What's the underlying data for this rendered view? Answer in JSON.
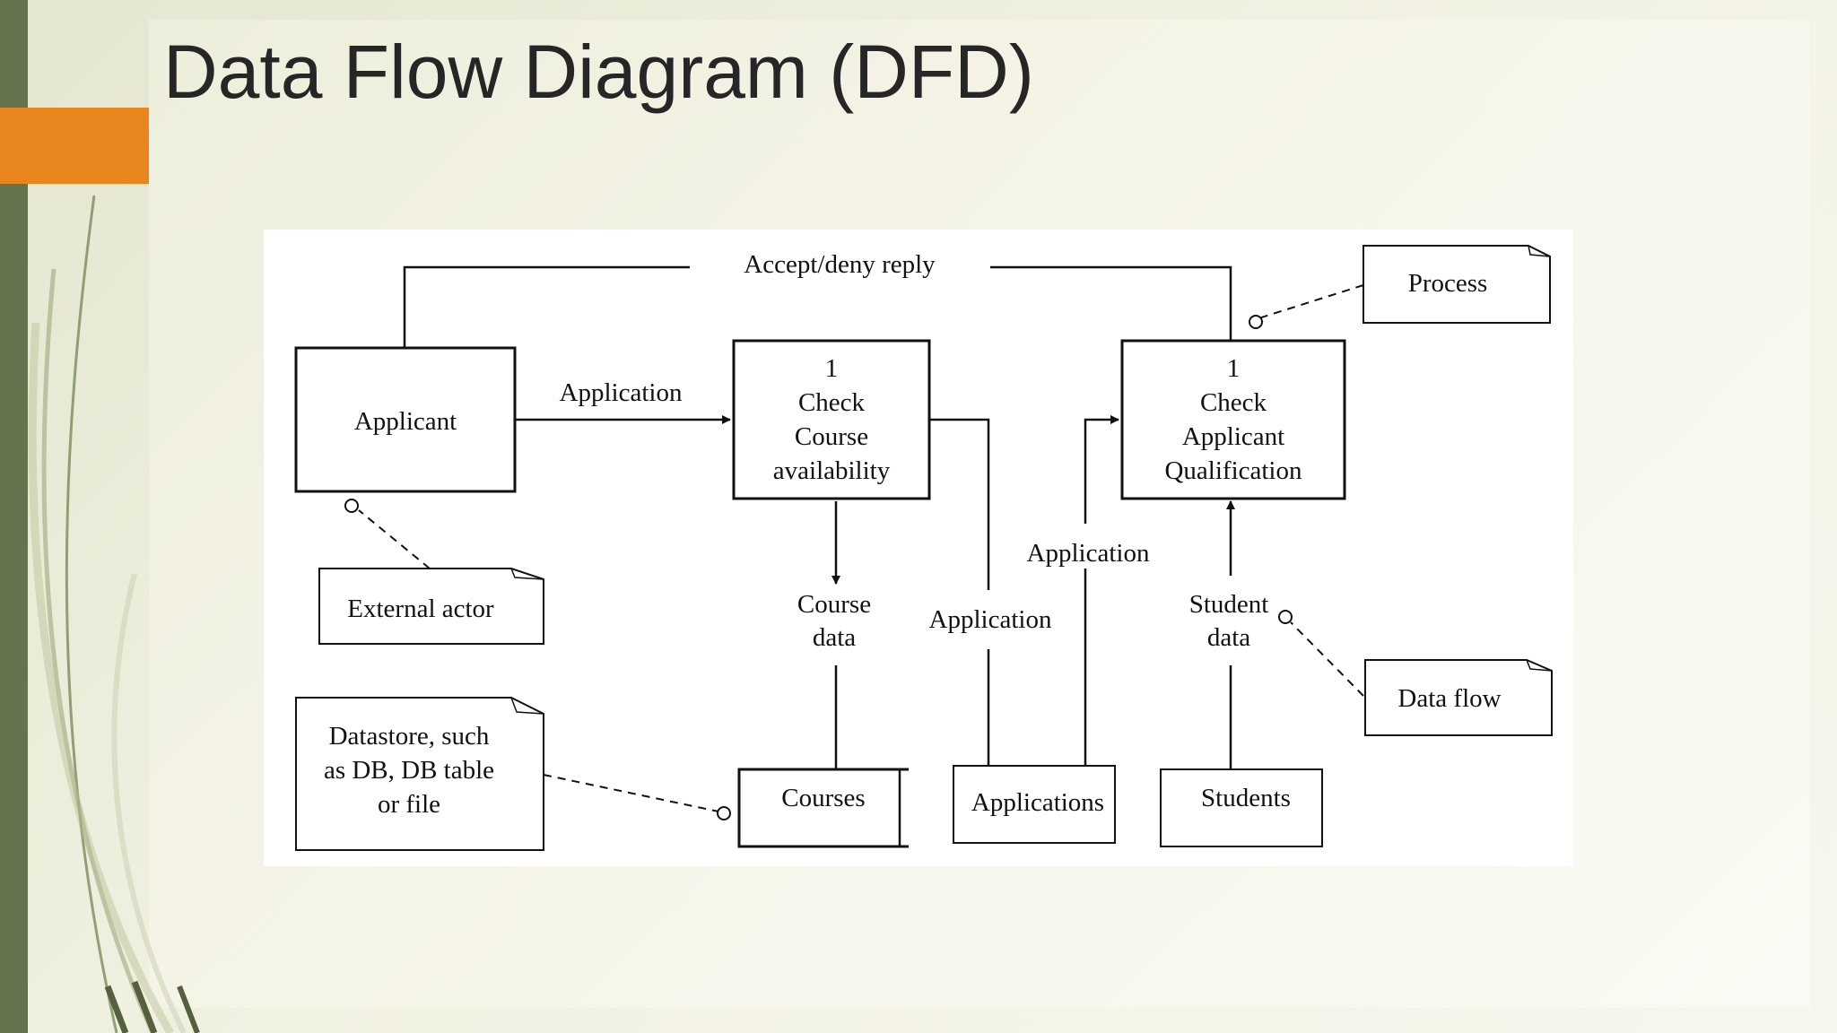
{
  "slide": {
    "title": "Data Flow Diagram (DFD)",
    "colors": {
      "sidebar": "#66734f",
      "accent": "#e8851c",
      "background": "#f1f1e2",
      "title_text": "#262626"
    }
  },
  "diagram": {
    "external_entity": {
      "label": "Applicant"
    },
    "process_course": {
      "number": "1",
      "lines": [
        "Check",
        "Course",
        "availability"
      ]
    },
    "process_qualification": {
      "number": "1",
      "lines": [
        "Check",
        "Applicant",
        "Qualification"
      ]
    },
    "datastores": {
      "courses": "Courses",
      "applications": "Applications",
      "students": "Students"
    },
    "flows": {
      "accept_deny_reply": "Accept/deny reply",
      "applicant_to_process": "Application",
      "course_data": [
        "Course",
        "data"
      ],
      "process_to_applications": "Application",
      "applications_to_process": "Application",
      "student_data": [
        "Student",
        "data"
      ]
    },
    "legend": {
      "process": "Process",
      "external_actor": "External actor",
      "data_flow": "Data flow",
      "datastore": [
        "Datastore, such",
        "as DB, DB table",
        "or file"
      ]
    }
  }
}
